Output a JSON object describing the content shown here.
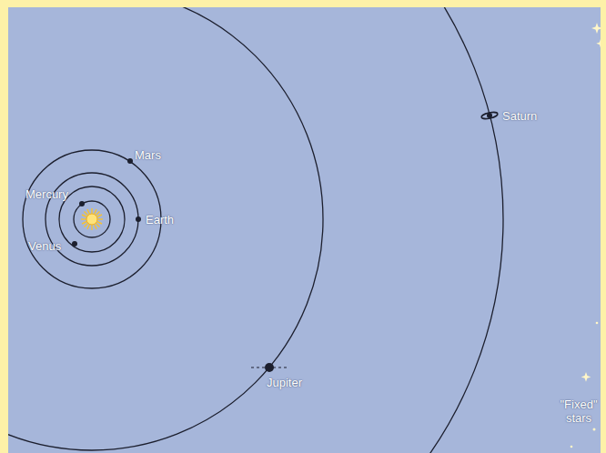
{
  "diagram": {
    "labels": [
      "Mars",
      "Mercury",
      "Earth",
      "Venus",
      "Saturn",
      "Jupiter",
      "\"Fixed\" stars"
    ]
  }
}
